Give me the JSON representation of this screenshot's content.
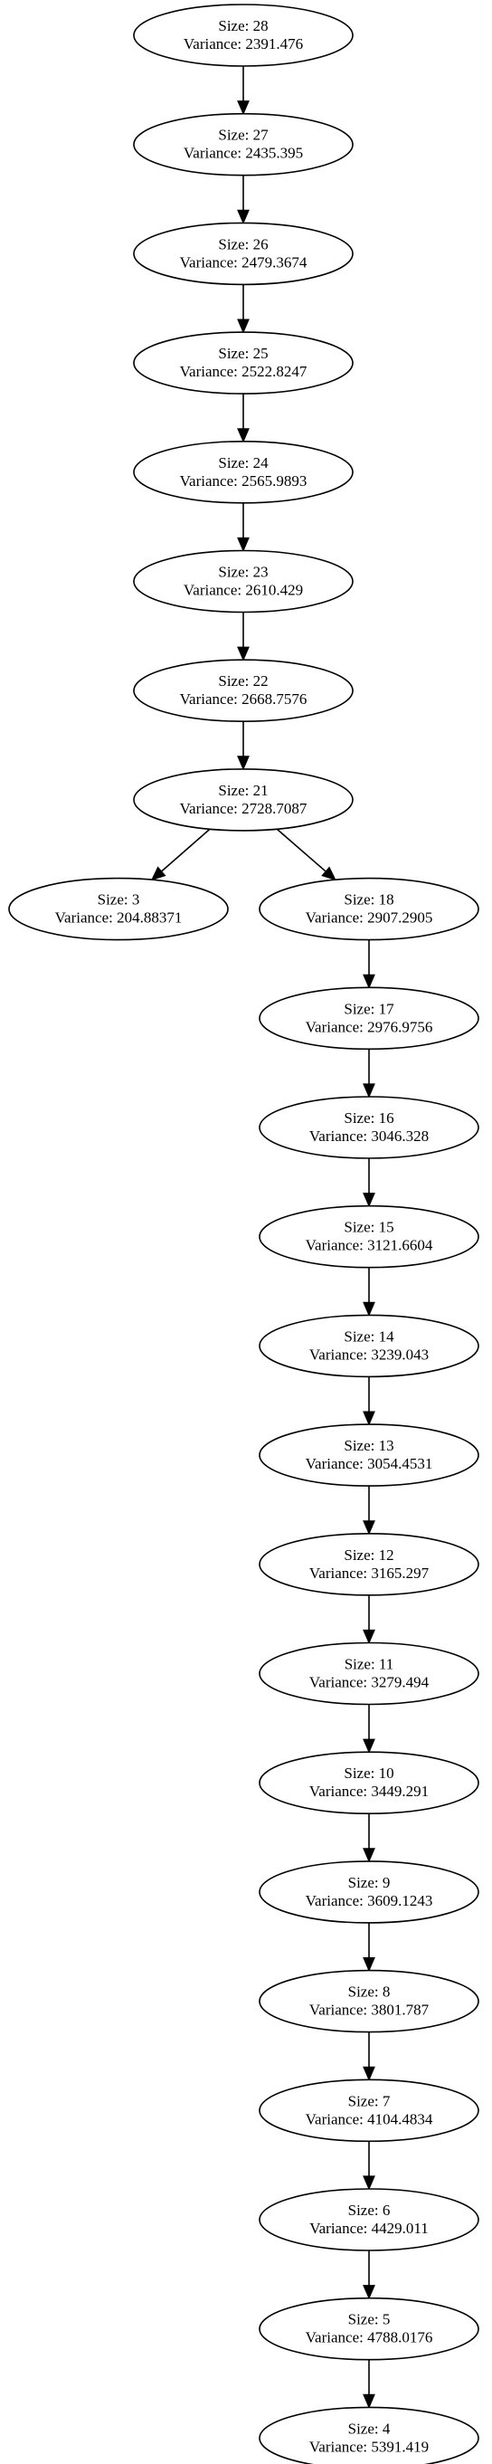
{
  "size_label": "Size: ",
  "variance_label": "Variance: ",
  "nodes": [
    {
      "id": "n28",
      "size": "28",
      "variance": "2391.476"
    },
    {
      "id": "n27",
      "size": "27",
      "variance": "2435.395"
    },
    {
      "id": "n26",
      "size": "26",
      "variance": "2479.3674"
    },
    {
      "id": "n25",
      "size": "25",
      "variance": "2522.8247"
    },
    {
      "id": "n24",
      "size": "24",
      "variance": "2565.9893"
    },
    {
      "id": "n23",
      "size": "23",
      "variance": "2610.429"
    },
    {
      "id": "n22",
      "size": "22",
      "variance": "2668.7576"
    },
    {
      "id": "n21",
      "size": "21",
      "variance": "2728.7087"
    },
    {
      "id": "n3",
      "size": "3",
      "variance": "204.88371"
    },
    {
      "id": "n18",
      "size": "18",
      "variance": "2907.2905"
    },
    {
      "id": "n17",
      "size": "17",
      "variance": "2976.9756"
    },
    {
      "id": "n16",
      "size": "16",
      "variance": "3046.328"
    },
    {
      "id": "n15",
      "size": "15",
      "variance": "3121.6604"
    },
    {
      "id": "n14",
      "size": "14",
      "variance": "3239.043"
    },
    {
      "id": "n13",
      "size": "13",
      "variance": "3054.4531"
    },
    {
      "id": "n12",
      "size": "12",
      "variance": "3165.297"
    },
    {
      "id": "n11",
      "size": "11",
      "variance": "3279.494"
    },
    {
      "id": "n10",
      "size": "10",
      "variance": "3449.291"
    },
    {
      "id": "n9",
      "size": "9",
      "variance": "3609.1243"
    },
    {
      "id": "n8",
      "size": "8",
      "variance": "3801.787"
    },
    {
      "id": "n7",
      "size": "7",
      "variance": "4104.4834"
    },
    {
      "id": "n6",
      "size": "6",
      "variance": "4429.011"
    },
    {
      "id": "n5",
      "size": "5",
      "variance": "4788.0176"
    },
    {
      "id": "n4",
      "size": "4",
      "variance": "5391.419"
    }
  ],
  "edges": [
    [
      "n28",
      "n27"
    ],
    [
      "n27",
      "n26"
    ],
    [
      "n26",
      "n25"
    ],
    [
      "n25",
      "n24"
    ],
    [
      "n24",
      "n23"
    ],
    [
      "n23",
      "n22"
    ],
    [
      "n22",
      "n21"
    ],
    [
      "n21",
      "n3"
    ],
    [
      "n21",
      "n18"
    ],
    [
      "n18",
      "n17"
    ],
    [
      "n17",
      "n16"
    ],
    [
      "n16",
      "n15"
    ],
    [
      "n15",
      "n14"
    ],
    [
      "n14",
      "n13"
    ],
    [
      "n13",
      "n12"
    ],
    [
      "n12",
      "n11"
    ],
    [
      "n11",
      "n10"
    ],
    [
      "n10",
      "n9"
    ],
    [
      "n9",
      "n8"
    ],
    [
      "n8",
      "n7"
    ],
    [
      "n7",
      "n6"
    ],
    [
      "n6",
      "n5"
    ],
    [
      "n5",
      "n4"
    ]
  ]
}
